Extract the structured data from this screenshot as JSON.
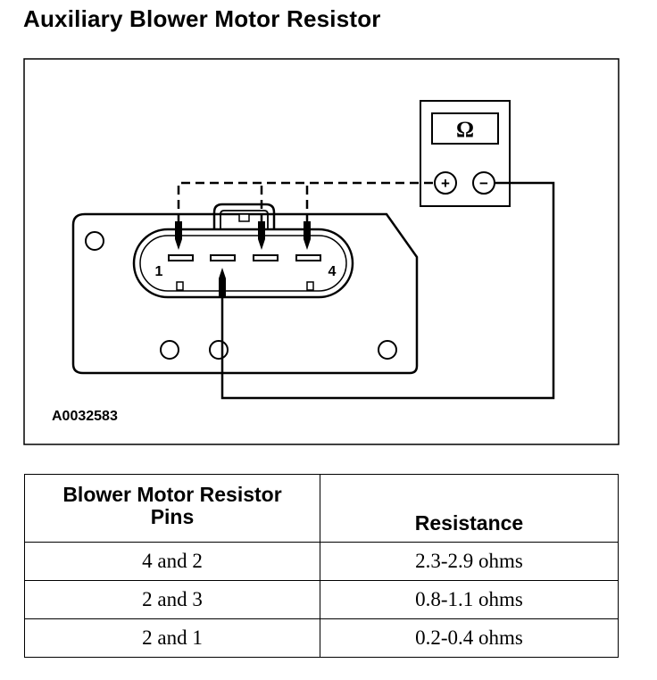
{
  "title": "Auxiliary Blower Motor Resistor",
  "diagram": {
    "meter_symbol": "Ω",
    "plus_symbol": "+",
    "minus_symbol": "−",
    "pin_label_left": "1",
    "pin_label_right": "4",
    "figure_id": "A0032583"
  },
  "table": {
    "header_pins_line1": "Blower Motor Resistor",
    "header_pins_line2": "Pins",
    "header_resistance": "Resistance",
    "rows": [
      {
        "pins": "4 and 2",
        "resistance": "2.3-2.9 ohms"
      },
      {
        "pins": "2 and 3",
        "resistance": "0.8-1.1 ohms"
      },
      {
        "pins": "2 and 1",
        "resistance": "0.2-0.4 ohms"
      }
    ]
  }
}
